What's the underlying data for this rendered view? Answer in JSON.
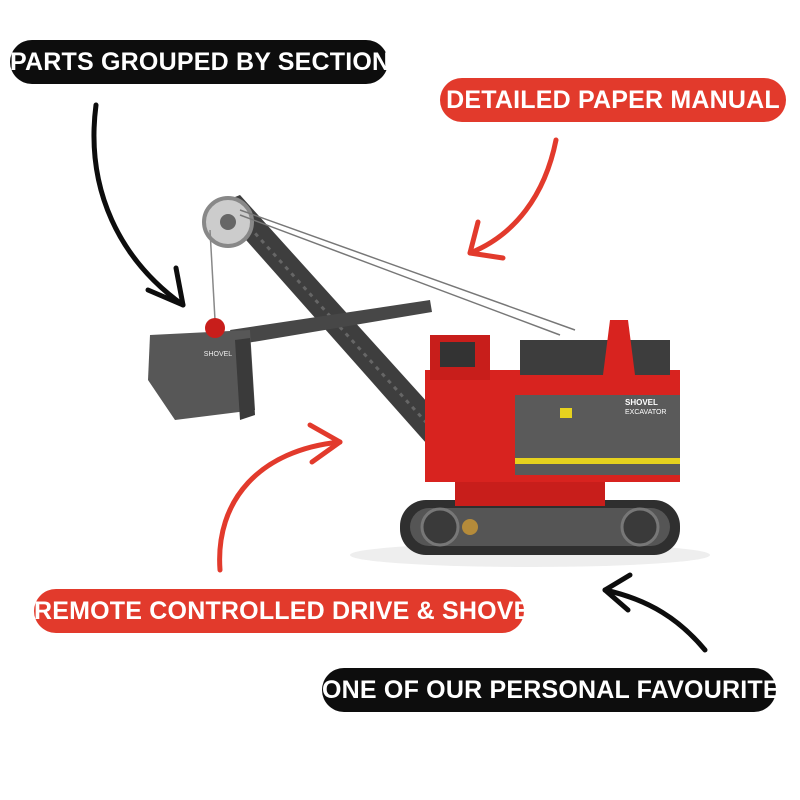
{
  "callouts": {
    "parts": "PARTS GROUPED BY SECTION",
    "manual": "DETAILED PAPER MANUAL",
    "remote": "REMOTE CONTROLLED DRIVE & SHOVEL",
    "favourite": "ONE OF OUR PERSONAL FAVOURITES"
  },
  "model_branding": {
    "line1": "SHOVEL",
    "line2": "EXCAVATOR"
  },
  "colors": {
    "black_pill": "#0d0d0d",
    "red_pill": "#e23a2c",
    "model_red": "#d8231f",
    "model_grey": "#4a4a4a"
  }
}
